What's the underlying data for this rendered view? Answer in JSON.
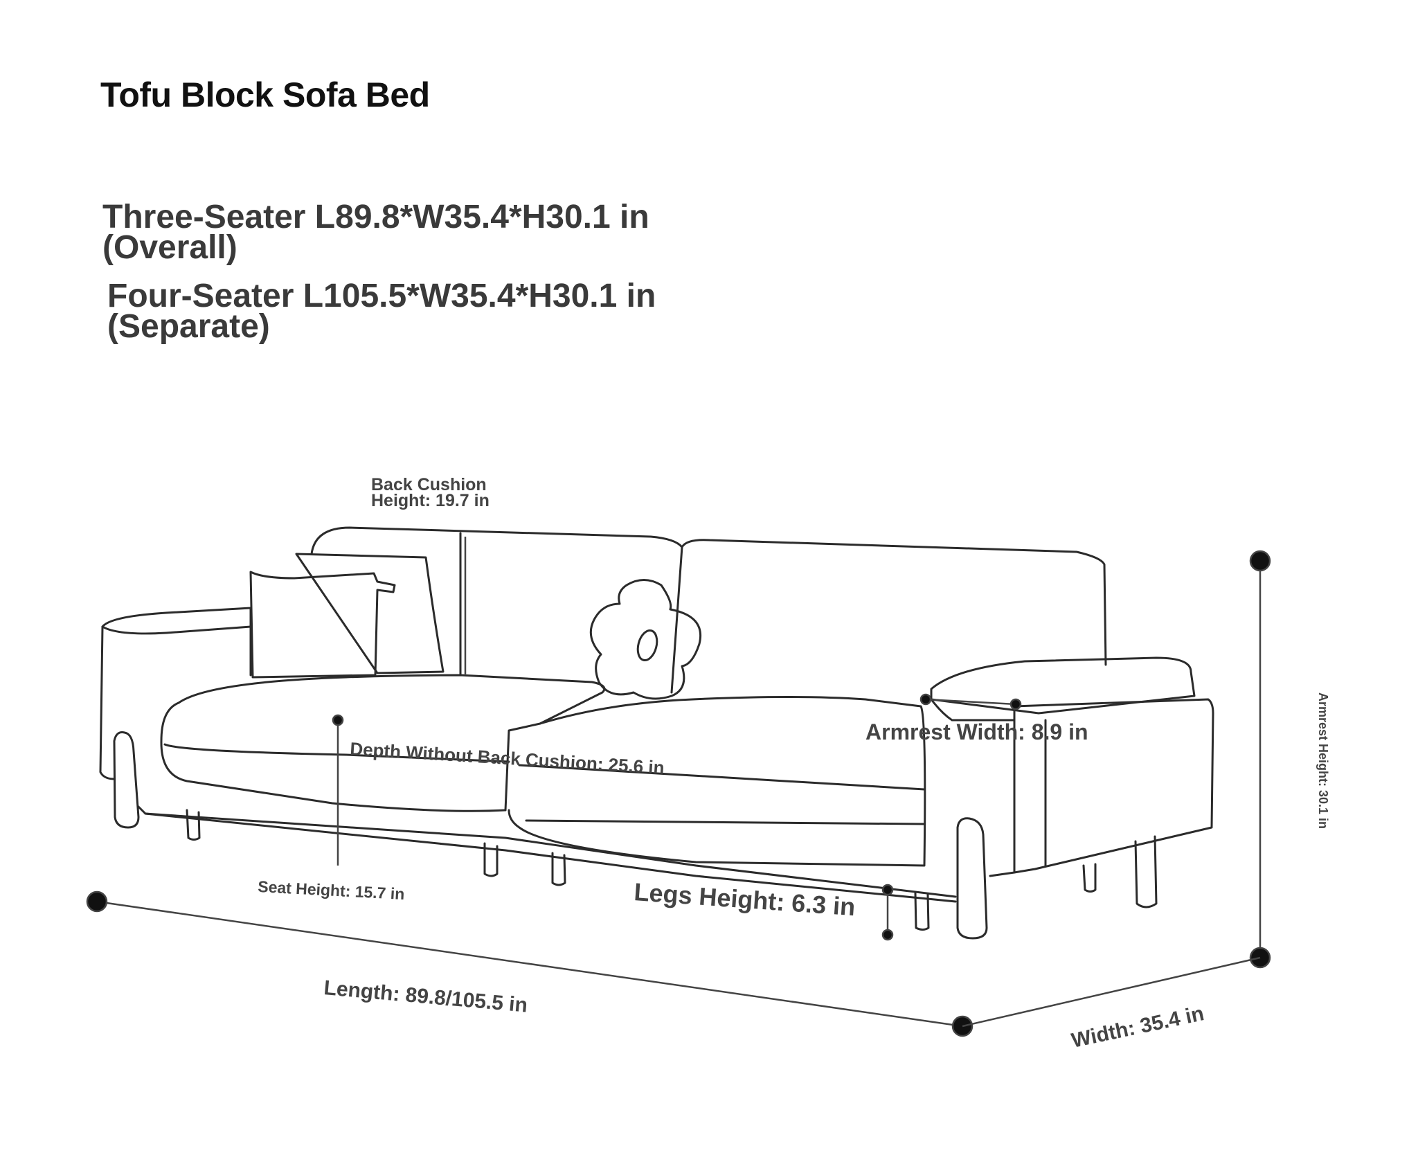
{
  "title": "Tofu Block Sofa Bed",
  "specs": [
    {
      "line1": "Three-Seater L89.8*W35.4*H30.1 in",
      "line2": "(Overall)"
    },
    {
      "line1": "Four-Seater L105.5*W35.4*H30.1 in",
      "line2": "(Separate)"
    }
  ],
  "dimensions": {
    "back_cushion_height_line1": "Back Cushion",
    "back_cushion_height_line2": "Height: 19.7 in",
    "depth_without_back_cushion": "Depth Without Back Cushion: 25.6 in",
    "armrest_width": "Armrest Width: 8.9 in",
    "armrest_height": "Armrest Height: 30.1 in",
    "seat_height": "Seat Height: 15.7 in",
    "legs_height": "Legs Height: 6.3 in",
    "length": "Length: 89.8/105.5 in",
    "width": "Width: 35.4 in"
  },
  "colors": {
    "line": "#2b2b2b",
    "label": "#444444",
    "title": "#111111"
  }
}
